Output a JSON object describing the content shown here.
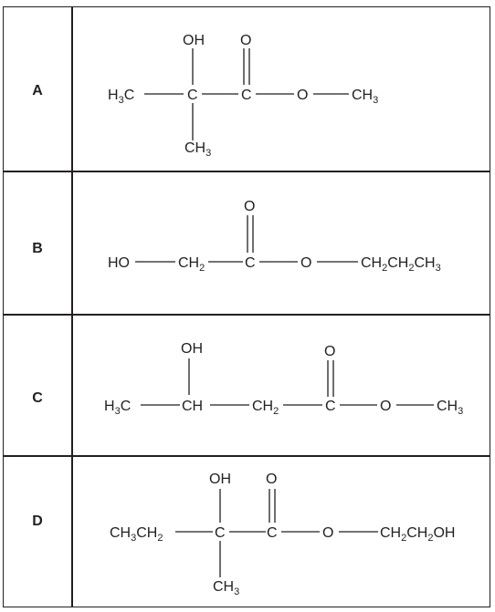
{
  "rows": [
    {
      "label": "A",
      "atoms": {
        "oh": "OH",
        "o_carbonyl": "O",
        "h3c": "H",
        "h3c_sub": "3",
        "h3c_c": "C",
        "c1": "C",
        "c2": "C",
        "o_ether": "O",
        "ch3_right": "CH",
        "ch3_right_sub": "3",
        "ch3_bottom": "CH",
        "ch3_bottom_sub": "3"
      }
    },
    {
      "label": "B",
      "atoms": {
        "o_carbonyl": "O",
        "ho": "HO",
        "ch2": "CH",
        "ch2_sub": "2",
        "c": "C",
        "o_ether": "O",
        "propyl_a": "CH",
        "propyl_a_sub": "2",
        "propyl_b": "CH",
        "propyl_b_sub": "2",
        "propyl_c": "CH",
        "propyl_c_sub": "3"
      }
    },
    {
      "label": "C",
      "atoms": {
        "oh": "OH",
        "o_carbonyl": "O",
        "h3c": "H",
        "h3c_sub": "3",
        "h3c_c": "C",
        "ch": "CH",
        "ch2": "CH",
        "ch2_sub": "2",
        "c": "C",
        "o_ether": "O",
        "ch3": "CH",
        "ch3_sub": "3"
      }
    },
    {
      "label": "D",
      "atoms": {
        "oh": "OH",
        "o_carbonyl": "O",
        "ethyl_a": "CH",
        "ethyl_a_sub": "3",
        "ethyl_b": "CH",
        "ethyl_b_sub": "2",
        "c1": "C",
        "c2": "C",
        "o_ether": "O",
        "glycol_a": "CH",
        "glycol_a_sub": "2",
        "glycol_b": "CH",
        "glycol_b_sub": "2",
        "glycol_oh": "OH",
        "ch3_bottom": "CH",
        "ch3_bottom_sub": "3"
      }
    }
  ]
}
